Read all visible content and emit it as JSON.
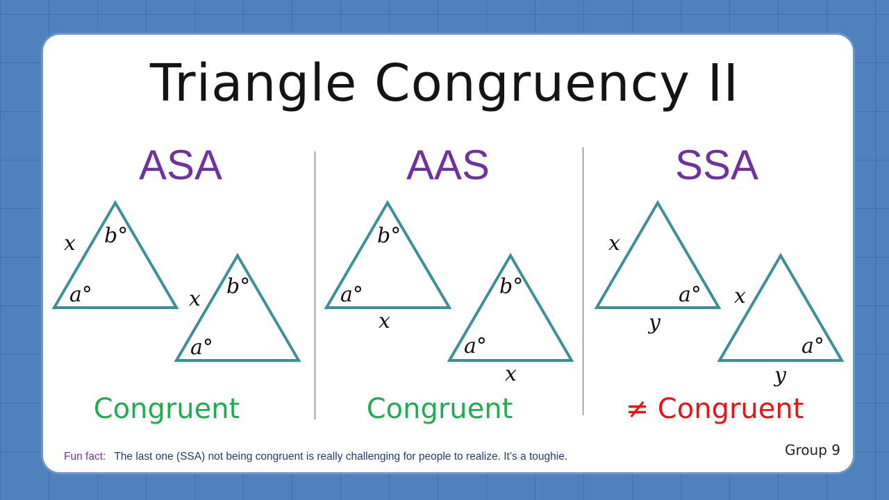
{
  "title": "Triangle Congruency II",
  "sections": [
    {
      "heading": "ASA",
      "verdict": "Congruent"
    },
    {
      "heading": "AAS",
      "verdict": "Congruent"
    },
    {
      "heading": "SSA",
      "verdict": "≠ Congruent"
    }
  ],
  "labels": {
    "side_x": "x",
    "side_y": "y",
    "angle_a": "a°",
    "angle_b": "b°"
  },
  "fun_fact": {
    "label": "Fun fact:",
    "text": "The last one (SSA) not being congruent is really challenging for people to realize.  It’s a toughie."
  },
  "group": "Group 9",
  "colors": {
    "heading": "#7030a0",
    "congruent": "#1fae4f",
    "not_congruent": "#ee1111",
    "triangle_stroke": "#3a8f98"
  }
}
